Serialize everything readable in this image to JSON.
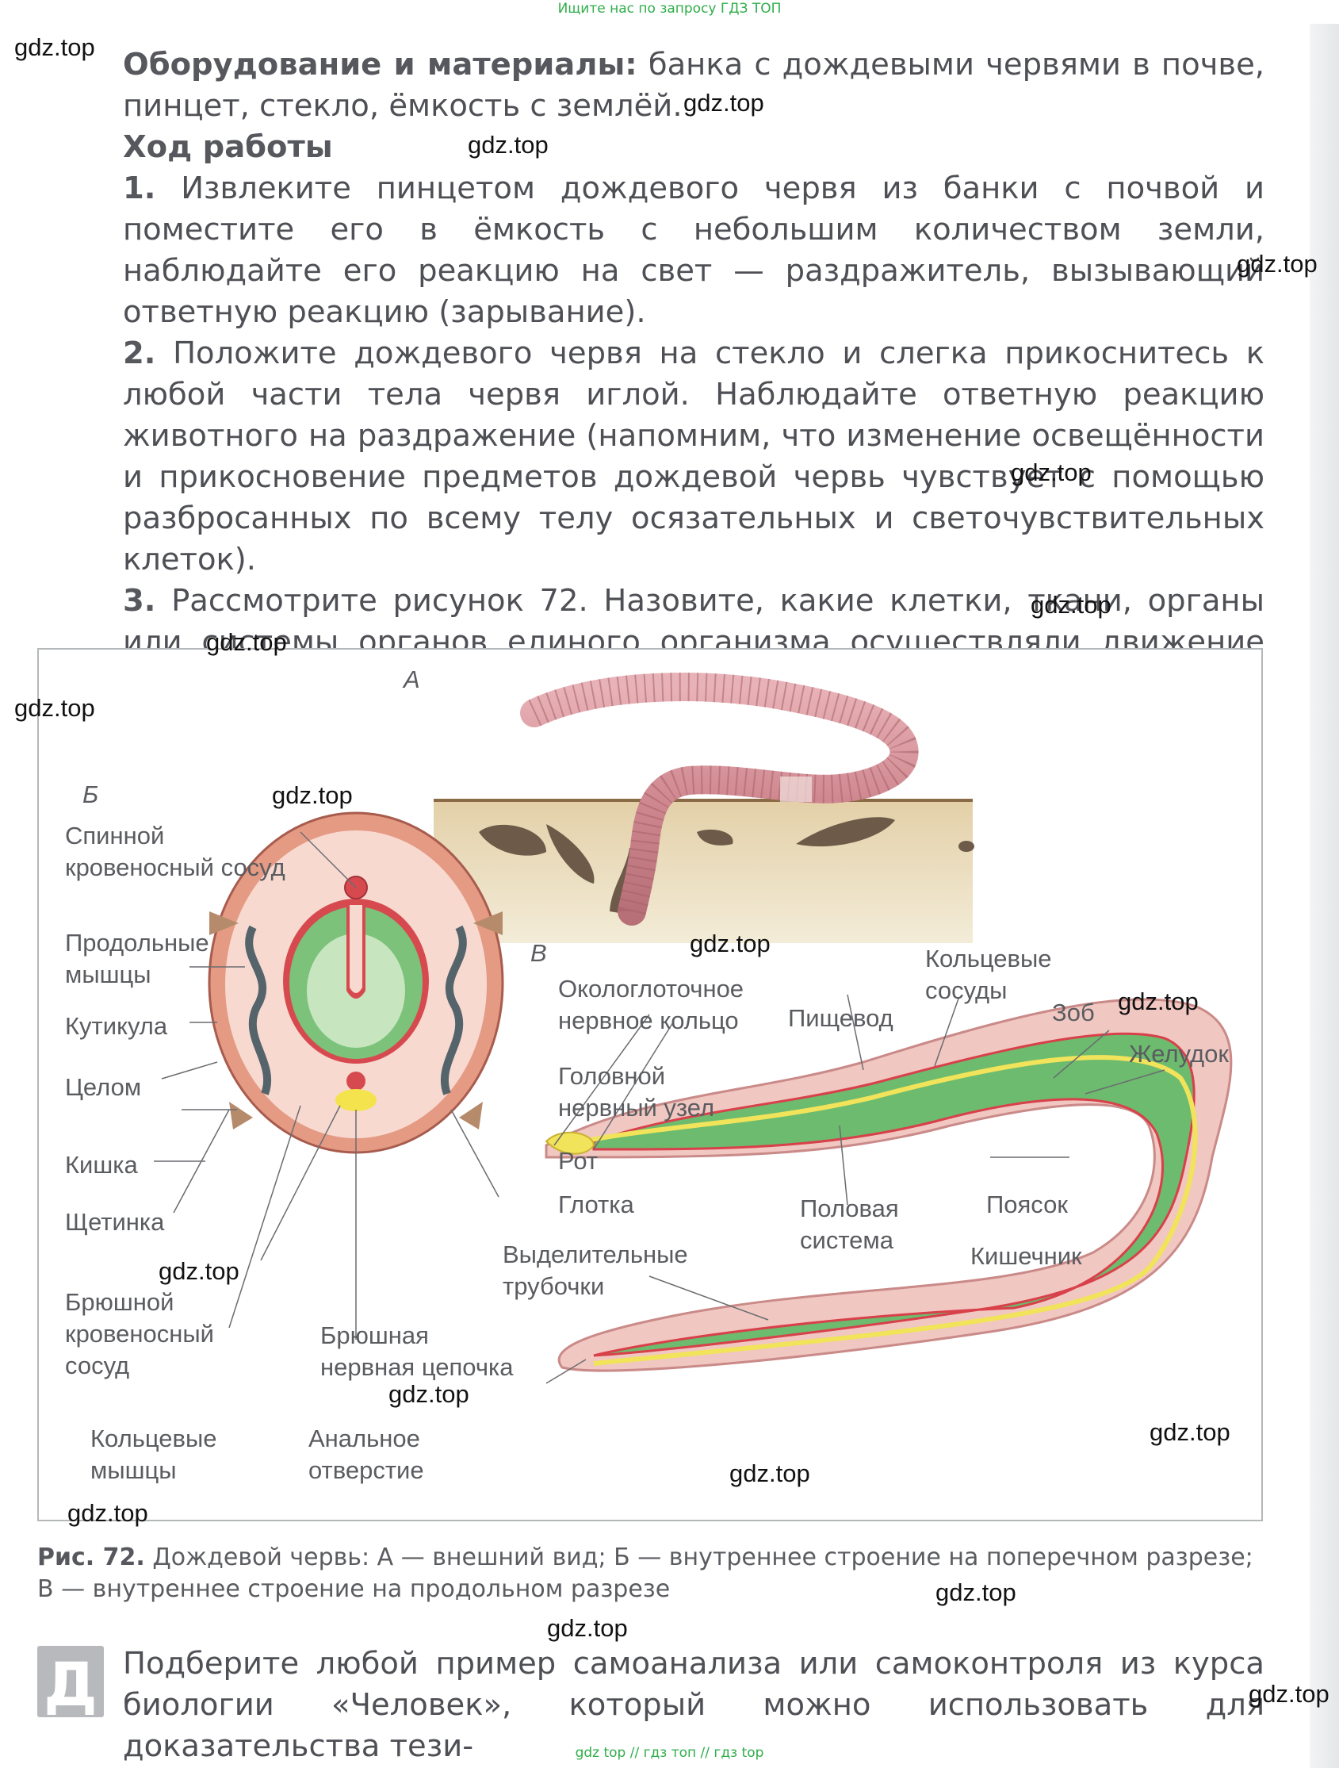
{
  "banner": "Ищите нас по запросу ГДЗ ТОП",
  "watermark": "gdz.top",
  "equipment": {
    "heading": "Оборудование и материалы:",
    "text": " банка с дождевыми червями в почве, пинцет, стекло, ёмкость с землёй."
  },
  "procedure": {
    "title": "Ход работы",
    "steps": [
      {
        "num": "1.",
        "text": " Извлеките пинцетом дождевого червя из банки с почвой и поместите его в ёмкость с небольшим количеством земли, наблюдайте его реакцию на свет — раздражитель, вызывающий ответную реакцию (зарывание)."
      },
      {
        "num": "2.",
        "text": " Положите дождевого червя на стекло и слегка прикоснитесь к любой части тела червя иглой. Наблюдайте ответную реакцию животного на раздражение (напомним, что изменение освещённости и прикосновение предметов дождевой червь чувствует с помощью разбросанных по всему телу осязательных и светочувствительных клеток)."
      },
      {
        "num": "3.",
        "text": " Рассмотрите рисунок 72. Назовите, какие клетки, ткани, органы или системы органов единого организма осуществляли движение червя в ответ на раздражение (действие света, прикосновение)."
      }
    ]
  },
  "figure": {
    "letters": {
      "a": "А",
      "b": "Б",
      "v": "В"
    },
    "labels_b": {
      "dorsal_vessel": [
        "Спинной",
        "кровеносный сосуд"
      ],
      "long_muscles": [
        "Продольные",
        "мышцы"
      ],
      "cuticle": "Кутикула",
      "coelom": "Целом",
      "intestine": "Кишка",
      "bristle": "Щетинка",
      "ventral_vessel": [
        "Брюшной",
        "кровеносный",
        "сосуд"
      ],
      "ring_muscles": [
        "Кольцевые",
        "мышцы"
      ],
      "nerve_chain": [
        "Брюшная",
        "нервная цепочка"
      ],
      "excretory": [
        "Выделительные",
        "трубочки"
      ]
    },
    "labels_v": {
      "nerve_ring": [
        "Окологлоточное",
        "нервное кольцо"
      ],
      "ganglion": [
        "Головной",
        "нервный узел"
      ],
      "mouth": "Рот",
      "pharynx": "Глотка",
      "esophagus": "Пищевод",
      "ring_vessels": [
        "Кольцевые",
        "сосуды"
      ],
      "crop": "Зоб",
      "stomach": "Желудок",
      "reproductive": [
        "Половая",
        "система"
      ],
      "clitellum": "Поясок",
      "gut": "Кишечник",
      "anus": [
        "Анальное",
        "отверстие"
      ]
    }
  },
  "caption": {
    "label": "Рис. 72.",
    "text": " Дождевой червь: А — внешний вид; Б — внутреннее строение на поперечном разрезе; В — внутреннее строение на продольном разрезе"
  },
  "task_d": {
    "letter": "Д",
    "text": "Подберите любой пример самоанализа или самоконтроля из курса биологии «Человек», который можно использовать для доказательства тези-"
  },
  "footer": "gdz top  //  гдз топ  //  гдз top",
  "colors": {
    "watermark_green": "#2fae4a",
    "worm_pink": "#d79aa0",
    "gut_green": "#6dbb6e",
    "soil": "#d8c39d",
    "vessel_red": "#d8404a",
    "nerve_yellow": "#f1e35a"
  }
}
